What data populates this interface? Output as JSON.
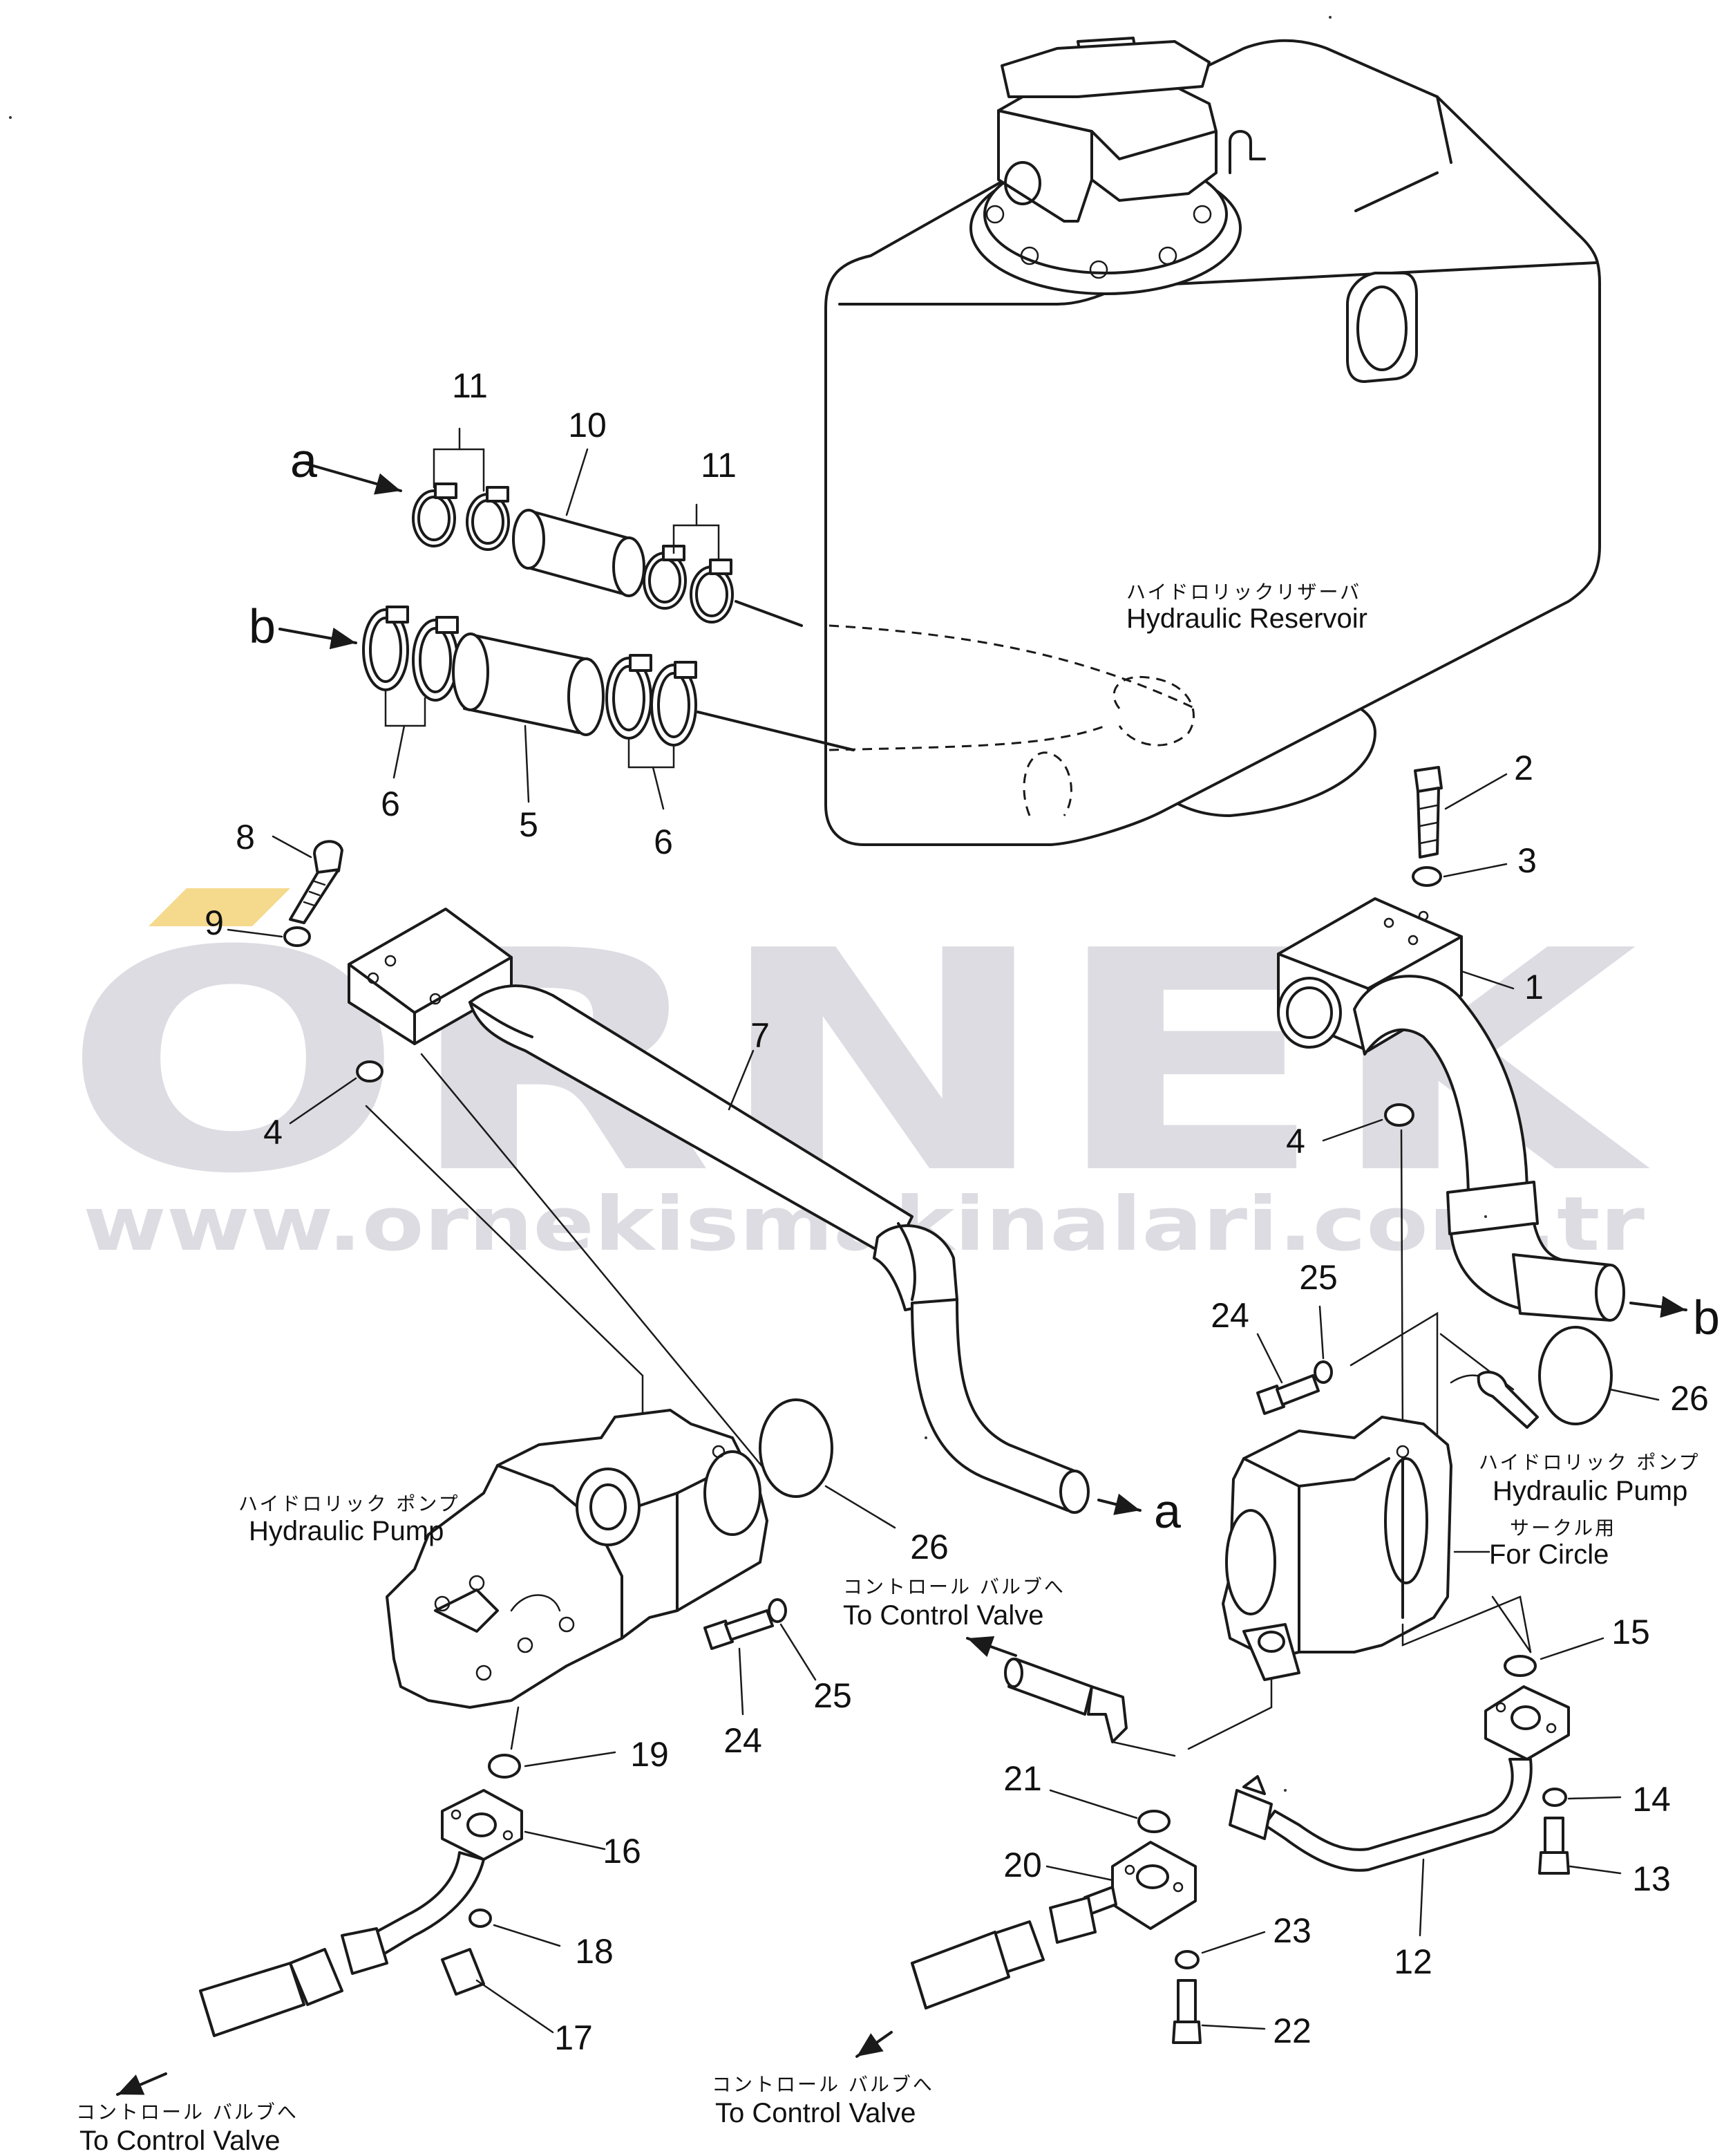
{
  "watermark": {
    "brand": "ORNEK",
    "url": "www.ornekismakinalari.com.tr",
    "accent_color": "#f5d98c",
    "text_color": "#dcdce2"
  },
  "labels": {
    "reservoir_jp": "ハイドロリックリザーバ",
    "reservoir_en": "Hydraulic Reservoir",
    "pump_left_jp": "ハイドロリック ポンプ",
    "pump_left_en": "Hydraulic Pump",
    "pump_right_jp": "ハイドロリック ポンプ",
    "pump_right_en": "Hydraulic Pump",
    "circle_jp": "サークル用",
    "circle_en": "For Circle",
    "cv_mid_jp": "コントロール バルブへ",
    "cv_mid_en": "To Control Valve",
    "cv_bl_jp": "コントロール バルブへ",
    "cv_bl_en": "To Control Valve",
    "cv_bc_jp": "コントロール バルブへ",
    "cv_bc_en": "To Control Valve"
  },
  "connection_letters": {
    "a_in": "a",
    "b_in": "b",
    "a_out": "a",
    "b_out": "b"
  },
  "part_numbers": {
    "p1": "1",
    "p2": "2",
    "p3": "3",
    "p4a": "4",
    "p4b": "4",
    "p5": "5",
    "p6a": "6",
    "p6b": "6",
    "p7": "7",
    "p8": "8",
    "p9": "9",
    "p10": "10",
    "p11a": "11",
    "p11b": "11",
    "p12": "12",
    "p13": "13",
    "p14": "14",
    "p15": "15",
    "p16": "16",
    "p17": "17",
    "p18": "18",
    "p19": "19",
    "p20": "20",
    "p21": "21",
    "p22": "22",
    "p23": "23",
    "p24a": "24",
    "p24b": "24",
    "p25a": "25",
    "p25b": "25",
    "p26a": "26",
    "p26b": "26"
  }
}
